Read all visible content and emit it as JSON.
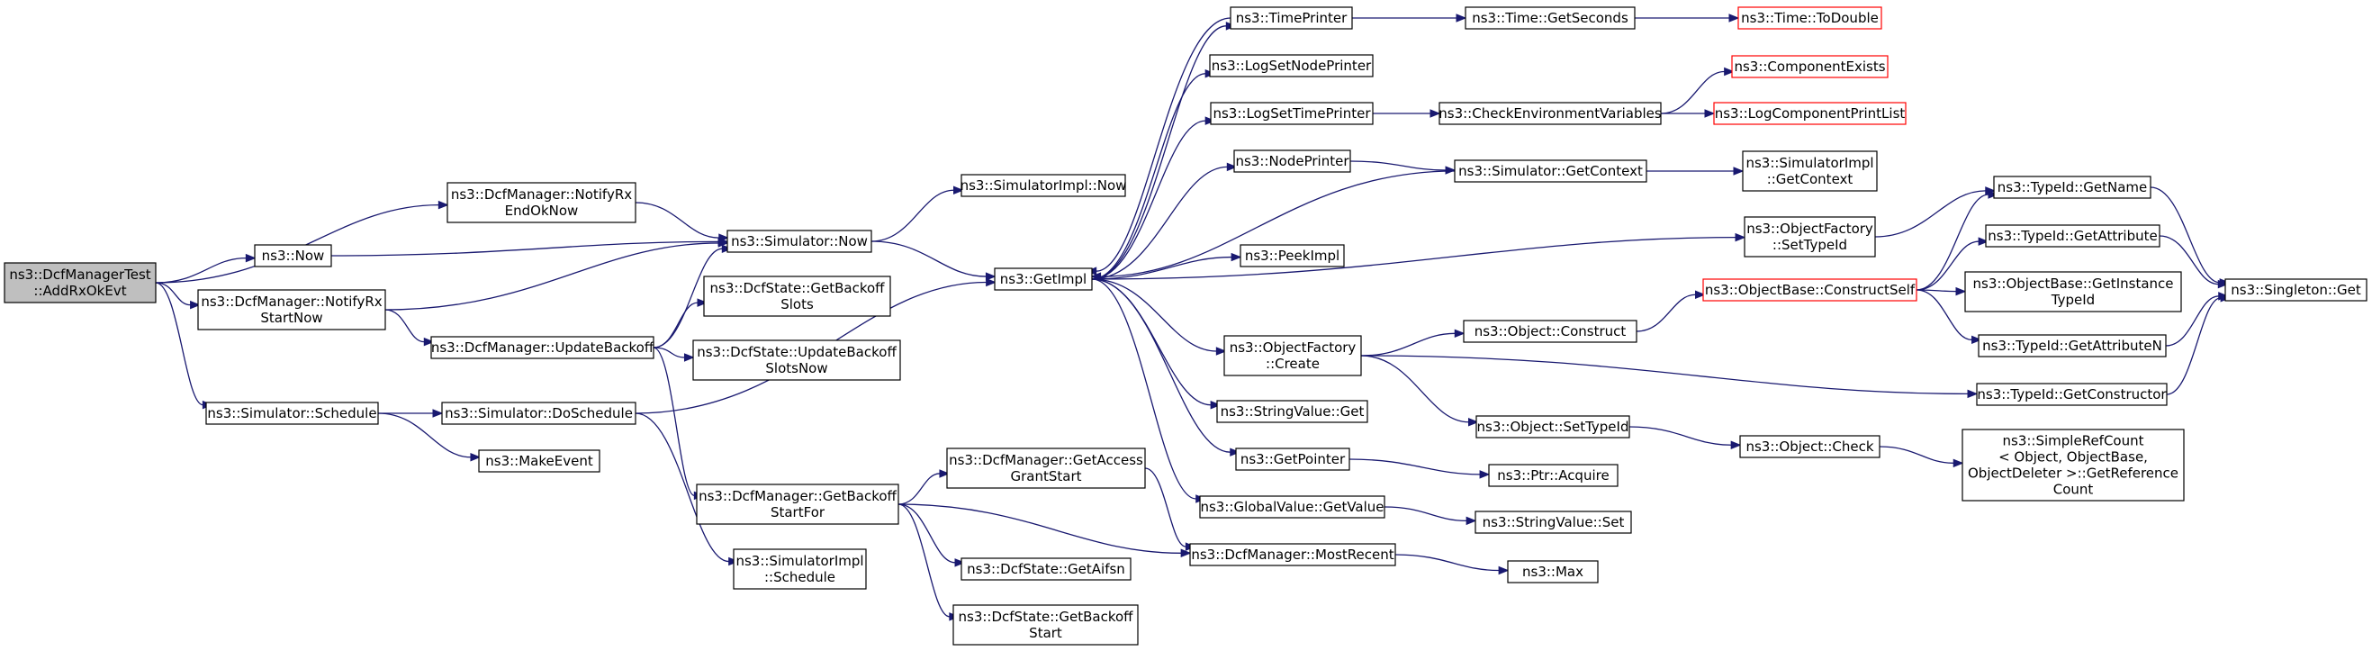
{
  "colors": {
    "edge": "#191970",
    "root_fill": "#bfbfbf",
    "node_border": "#000000",
    "external_border": "#ff0000"
  },
  "nodes": [
    {
      "id": "root",
      "lines": [
        "ns3::DcfManagerTest",
        "::AddRxOkEvt"
      ],
      "style": "root"
    },
    {
      "id": "notifyRxEndOk",
      "lines": [
        "ns3::DcfManager::NotifyRx",
        "EndOkNow"
      ],
      "style": "normal"
    },
    {
      "id": "now",
      "lines": [
        "ns3::Now"
      ],
      "style": "normal"
    },
    {
      "id": "notifyRxStart",
      "lines": [
        "ns3::DcfManager::NotifyRx",
        "StartNow"
      ],
      "style": "normal"
    },
    {
      "id": "schedule",
      "lines": [
        "ns3::Simulator::Schedule"
      ],
      "style": "normal"
    },
    {
      "id": "simNow",
      "lines": [
        "ns3::Simulator::Now"
      ],
      "style": "normal"
    },
    {
      "id": "updateBackoff",
      "lines": [
        "ns3::DcfManager::UpdateBackoff"
      ],
      "style": "normal"
    },
    {
      "id": "doSchedule",
      "lines": [
        "ns3::Simulator::DoSchedule"
      ],
      "style": "normal"
    },
    {
      "id": "makeEvent",
      "lines": [
        "ns3::MakeEvent"
      ],
      "style": "normal"
    },
    {
      "id": "getBackoffSlots",
      "lines": [
        "ns3::DcfState::GetBackoff",
        "Slots"
      ],
      "style": "normal"
    },
    {
      "id": "updateBackoffSlotsNow",
      "lines": [
        "ns3::DcfState::UpdateBackoff",
        "SlotsNow"
      ],
      "style": "normal"
    },
    {
      "id": "getBackoffStartFor",
      "lines": [
        "ns3::DcfManager::GetBackoff",
        "StartFor"
      ],
      "style": "normal"
    },
    {
      "id": "simImplSchedule",
      "lines": [
        "ns3::SimulatorImpl",
        "::Schedule"
      ],
      "style": "normal"
    },
    {
      "id": "simImplNow",
      "lines": [
        "ns3::SimulatorImpl::Now"
      ],
      "style": "normal"
    },
    {
      "id": "getImpl",
      "lines": [
        "ns3::GetImpl"
      ],
      "style": "normal"
    },
    {
      "id": "getAccessGrantStart",
      "lines": [
        "ns3::DcfManager::GetAccess",
        "GrantStart"
      ],
      "style": "normal"
    },
    {
      "id": "getAifsn",
      "lines": [
        "ns3::DcfState::GetAifsn"
      ],
      "style": "normal"
    },
    {
      "id": "getBackoffStart",
      "lines": [
        "ns3::DcfState::GetBackoff",
        "Start"
      ],
      "style": "normal"
    },
    {
      "id": "timePrinter",
      "lines": [
        "ns3::TimePrinter"
      ],
      "style": "normal"
    },
    {
      "id": "logSetNodePrinter",
      "lines": [
        "ns3::LogSetNodePrinter"
      ],
      "style": "normal"
    },
    {
      "id": "logSetTimePrinter",
      "lines": [
        "ns3::LogSetTimePrinter"
      ],
      "style": "normal"
    },
    {
      "id": "nodePrinter",
      "lines": [
        "ns3::NodePrinter"
      ],
      "style": "normal"
    },
    {
      "id": "peekImpl",
      "lines": [
        "ns3::PeekImpl"
      ],
      "style": "normal"
    },
    {
      "id": "objectFactoryCreate",
      "lines": [
        "ns3::ObjectFactory",
        "::Create"
      ],
      "style": "normal"
    },
    {
      "id": "stringValueGet",
      "lines": [
        "ns3::StringValue::Get"
      ],
      "style": "normal"
    },
    {
      "id": "getPointer",
      "lines": [
        "ns3::GetPointer"
      ],
      "style": "normal"
    },
    {
      "id": "globalValueGetValue",
      "lines": [
        "ns3::GlobalValue::GetValue"
      ],
      "style": "normal"
    },
    {
      "id": "mostRecent",
      "lines": [
        "ns3::DcfManager::MostRecent"
      ],
      "style": "normal"
    },
    {
      "id": "timeGetSeconds",
      "lines": [
        "ns3::Time::GetSeconds"
      ],
      "style": "normal"
    },
    {
      "id": "checkEnvVars",
      "lines": [
        "ns3::CheckEnvironmentVariables"
      ],
      "style": "normal"
    },
    {
      "id": "simGetContext",
      "lines": [
        "ns3::Simulator::GetContext"
      ],
      "style": "normal"
    },
    {
      "id": "objectConstruct",
      "lines": [
        "ns3::Object::Construct"
      ],
      "style": "normal"
    },
    {
      "id": "objectSetTypeId",
      "lines": [
        "ns3::Object::SetTypeId"
      ],
      "style": "normal"
    },
    {
      "id": "ptrAcquire",
      "lines": [
        "ns3::Ptr::Acquire"
      ],
      "style": "normal"
    },
    {
      "id": "stringValueSet",
      "lines": [
        "ns3::StringValue::Set"
      ],
      "style": "normal"
    },
    {
      "id": "max",
      "lines": [
        "ns3::Max"
      ],
      "style": "normal"
    },
    {
      "id": "timeToDouble",
      "lines": [
        "ns3::Time::ToDouble"
      ],
      "style": "red"
    },
    {
      "id": "componentExists",
      "lines": [
        "ns3::ComponentExists"
      ],
      "style": "red"
    },
    {
      "id": "logComponentPrintList",
      "lines": [
        "ns3::LogComponentPrintList"
      ],
      "style": "red"
    },
    {
      "id": "simImplGetContext",
      "lines": [
        "ns3::SimulatorImpl",
        "::GetContext"
      ],
      "style": "normal"
    },
    {
      "id": "objectFactorySetTypeId",
      "lines": [
        "ns3::ObjectFactory",
        "::SetTypeId"
      ],
      "style": "normal"
    },
    {
      "id": "constructSelf",
      "lines": [
        "ns3::ObjectBase::ConstructSelf"
      ],
      "style": "red"
    },
    {
      "id": "objectCheck",
      "lines": [
        "ns3::Object::Check"
      ],
      "style": "normal"
    },
    {
      "id": "typeIdGetName",
      "lines": [
        "ns3::TypeId::GetName"
      ],
      "style": "normal"
    },
    {
      "id": "typeIdGetAttribute",
      "lines": [
        "ns3::TypeId::GetAttribute"
      ],
      "style": "normal"
    },
    {
      "id": "getInstanceTypeId",
      "lines": [
        "ns3::ObjectBase::GetInstance",
        "TypeId"
      ],
      "style": "normal"
    },
    {
      "id": "typeIdGetAttributeN",
      "lines": [
        "ns3::TypeId::GetAttributeN"
      ],
      "style": "normal"
    },
    {
      "id": "typeIdGetConstructor",
      "lines": [
        "ns3::TypeId::GetConstructor"
      ],
      "style": "normal"
    },
    {
      "id": "simpleRefCount",
      "lines": [
        "ns3::SimpleRefCount",
        "< Object, ObjectBase,",
        "ObjectDeleter >::GetReference",
        "Count"
      ],
      "style": "normal"
    },
    {
      "id": "singletonGet",
      "lines": [
        "ns3::Singleton::Get"
      ],
      "style": "normal"
    }
  ],
  "edges": [
    [
      "root",
      "notifyRxEndOk"
    ],
    [
      "root",
      "now"
    ],
    [
      "root",
      "notifyRxStart"
    ],
    [
      "root",
      "schedule"
    ],
    [
      "notifyRxEndOk",
      "simNow"
    ],
    [
      "now",
      "simNow"
    ],
    [
      "notifyRxStart",
      "simNow"
    ],
    [
      "notifyRxStart",
      "updateBackoff"
    ],
    [
      "schedule",
      "doSchedule"
    ],
    [
      "schedule",
      "makeEvent"
    ],
    [
      "simNow",
      "simImplNow"
    ],
    [
      "simNow",
      "getImpl"
    ],
    [
      "updateBackoff",
      "simNow"
    ],
    [
      "updateBackoff",
      "getBackoffSlots"
    ],
    [
      "updateBackoff",
      "updateBackoffSlotsNow"
    ],
    [
      "updateBackoff",
      "getBackoffStartFor"
    ],
    [
      "doSchedule",
      "getImpl"
    ],
    [
      "doSchedule",
      "simImplSchedule"
    ],
    [
      "getBackoffStartFor",
      "getAccessGrantStart"
    ],
    [
      "getBackoffStartFor",
      "getAifsn"
    ],
    [
      "getBackoffStartFor",
      "getBackoffStart"
    ],
    [
      "getBackoffStartFor",
      "mostRecent"
    ],
    [
      "getAccessGrantStart",
      "mostRecent"
    ],
    [
      "getImpl",
      "timePrinter"
    ],
    [
      "getImpl",
      "logSetNodePrinter"
    ],
    [
      "getImpl",
      "logSetTimePrinter"
    ],
    [
      "getImpl",
      "nodePrinter"
    ],
    [
      "getImpl",
      "peekImpl"
    ],
    [
      "getImpl",
      "objectFactorySetTypeId"
    ],
    [
      "getImpl",
      "objectFactoryCreate"
    ],
    [
      "getImpl",
      "stringValueGet"
    ],
    [
      "getImpl",
      "getPointer"
    ],
    [
      "getImpl",
      "globalValueGetValue"
    ],
    [
      "timePrinter",
      "getImpl"
    ],
    [
      "timePrinter",
      "timeGetSeconds"
    ],
    [
      "logSetTimePrinter",
      "checkEnvVars"
    ],
    [
      "nodePrinter",
      "simGetContext"
    ],
    [
      "simGetContext",
      "getImpl"
    ],
    [
      "simGetContext",
      "simImplGetContext"
    ],
    [
      "timeGetSeconds",
      "timeToDouble"
    ],
    [
      "checkEnvVars",
      "componentExists"
    ],
    [
      "checkEnvVars",
      "logComponentPrintList"
    ],
    [
      "objectFactoryCreate",
      "objectConstruct"
    ],
    [
      "objectFactoryCreate",
      "objectSetTypeId"
    ],
    [
      "objectFactoryCreate",
      "typeIdGetConstructor"
    ],
    [
      "objectConstruct",
      "constructSelf"
    ],
    [
      "objectSetTypeId",
      "objectCheck"
    ],
    [
      "objectCheck",
      "simpleRefCount"
    ],
    [
      "getPointer",
      "ptrAcquire"
    ],
    [
      "globalValueGetValue",
      "stringValueSet"
    ],
    [
      "mostRecent",
      "max"
    ],
    [
      "objectFactorySetTypeId",
      "typeIdGetName"
    ],
    [
      "constructSelf",
      "typeIdGetName"
    ],
    [
      "constructSelf",
      "typeIdGetAttribute"
    ],
    [
      "constructSelf",
      "getInstanceTypeId"
    ],
    [
      "constructSelf",
      "typeIdGetAttributeN"
    ],
    [
      "typeIdGetName",
      "singletonGet"
    ],
    [
      "typeIdGetAttribute",
      "singletonGet"
    ],
    [
      "typeIdGetAttributeN",
      "singletonGet"
    ],
    [
      "typeIdGetConstructor",
      "singletonGet"
    ]
  ]
}
